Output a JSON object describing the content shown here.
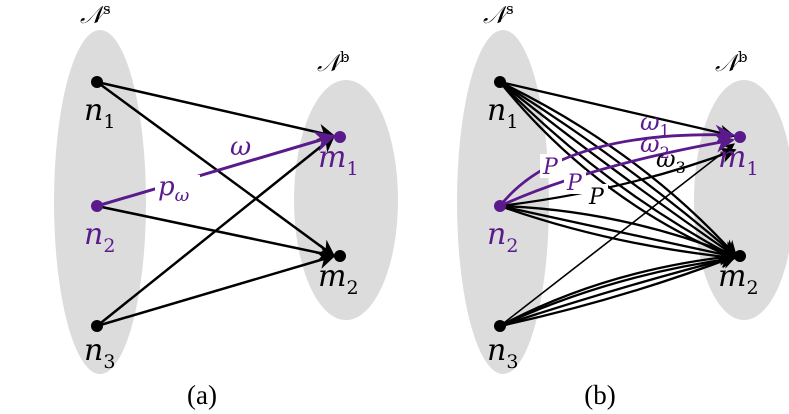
{
  "colors": {
    "ellipse": "#dcdcdc",
    "node_black": "#000000",
    "accent": "#5b1a8c"
  },
  "panels": [
    {
      "caption": "(a)",
      "set_s": {
        "base": "𝒩",
        "sup": "s"
      },
      "set_b": {
        "base": "𝒩",
        "sup": "b"
      },
      "nodes": {
        "n1": {
          "base": "n",
          "sub": "1"
        },
        "n2": {
          "base": "n",
          "sub": "2"
        },
        "n3": {
          "base": "n",
          "sub": "3"
        },
        "m1": {
          "base": "m",
          "sub": "1"
        },
        "m2": {
          "base": "m",
          "sub": "2"
        }
      },
      "path_label": {
        "base": "p",
        "sub": "ω"
      },
      "omega_label": "ω"
    },
    {
      "caption": "(b)",
      "set_s": {
        "base": "𝒩",
        "sup": "s"
      },
      "set_b": {
        "base": "𝒩",
        "sup": "b"
      },
      "nodes": {
        "n1": {
          "base": "n",
          "sub": "1"
        },
        "n2": {
          "base": "n",
          "sub": "2"
        },
        "n3": {
          "base": "n",
          "sub": "3"
        },
        "m1": {
          "base": "m",
          "sub": "1"
        },
        "m2": {
          "base": "m",
          "sub": "2"
        }
      },
      "P_labels": [
        "P",
        "P",
        "P"
      ],
      "omega_labels": [
        {
          "base": "ω",
          "sub": "1"
        },
        {
          "base": "ω",
          "sub": "2"
        },
        {
          "base": "ω",
          "sub": "3"
        }
      ]
    }
  ]
}
